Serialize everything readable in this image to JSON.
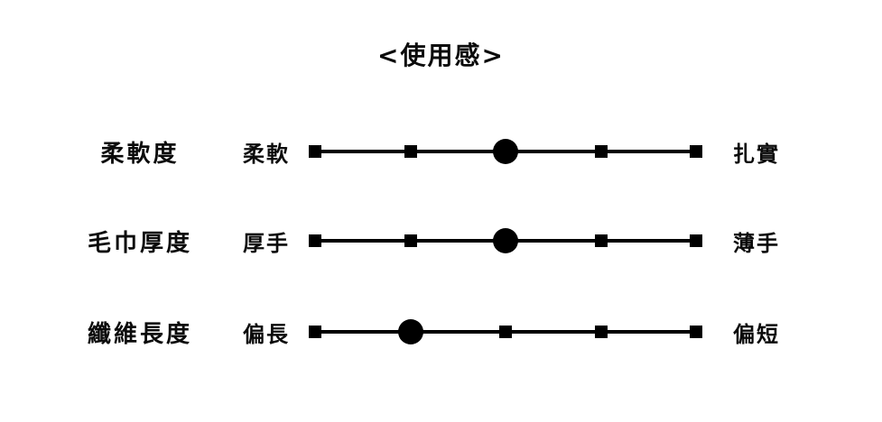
{
  "chart_data": {
    "type": "scatter",
    "title": "<使用感>",
    "xlabel": "",
    "ylabel": "",
    "scale_points": 5,
    "x": [
      1,
      2,
      3,
      4,
      5
    ],
    "grid": false,
    "legend": "none",
    "categories": [
      "柔軟度",
      "毛巾厚度",
      "纖維長度"
    ],
    "values": [
      3,
      3,
      2
    ],
    "series": [
      {
        "name": "柔軟度",
        "left_label": "柔軟",
        "right_label": "扎實",
        "value": 3
      },
      {
        "name": "毛巾厚度",
        "left_label": "厚手",
        "right_label": "薄手",
        "value": 3
      },
      {
        "name": "纖維長度",
        "left_label": "偏長",
        "right_label": "偏短",
        "value": 2
      }
    ]
  },
  "page": {
    "title": "<使用感>",
    "rows": [
      {
        "label": "柔軟度",
        "left_label": "柔軟",
        "right_label": "扎實",
        "selected": 3,
        "top": 140
      },
      {
        "label": "毛巾厚度",
        "left_label": "厚手",
        "right_label": "薄手",
        "selected": 3,
        "top": 239
      },
      {
        "label": "纖維長度",
        "left_label": "偏長",
        "right_label": "偏短",
        "selected": 2,
        "top": 340
      }
    ],
    "colors": {
      "ink": "#000000",
      "background": "#ffffff"
    }
  }
}
